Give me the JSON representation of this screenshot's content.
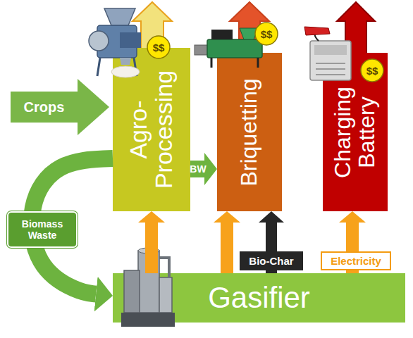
{
  "diagram": {
    "nodes": [
      {
        "text": [
          "Agro-Processing"
        ]
      },
      {
        "text": [
          "Briquetting"
        ]
      },
      {
        "text": [
          "Charging Battery"
        ]
      },
      {
        "text": [
          "Gasifier"
        ]
      },
      {
        "text": [
          "Crops"
        ]
      },
      {
        "text": [
          "$$"
        ]
      },
      {
        "text": [
          "$$"
        ]
      },
      {
        "text": [
          "$$"
        ],
        "in": 2
      }
    ],
    "edges": [
      {
        "from": 0,
        "to": 1,
        "label": "BW",
        "arrow": "to"
      },
      {
        "from": 0,
        "to": 3,
        "label": "Biomass Waste",
        "arrow": "to"
      },
      {
        "from": 3,
        "to": 0,
        "arrow": "to"
      },
      {
        "from": 3,
        "to": 1,
        "arrow": "to"
      },
      {
        "from": 3,
        "to": 1,
        "label": "Bio-Char",
        "arrow": "to"
      },
      {
        "from": 3,
        "to": 2,
        "label": "Electricity",
        "arrow": "to"
      }
    ]
  }
}
